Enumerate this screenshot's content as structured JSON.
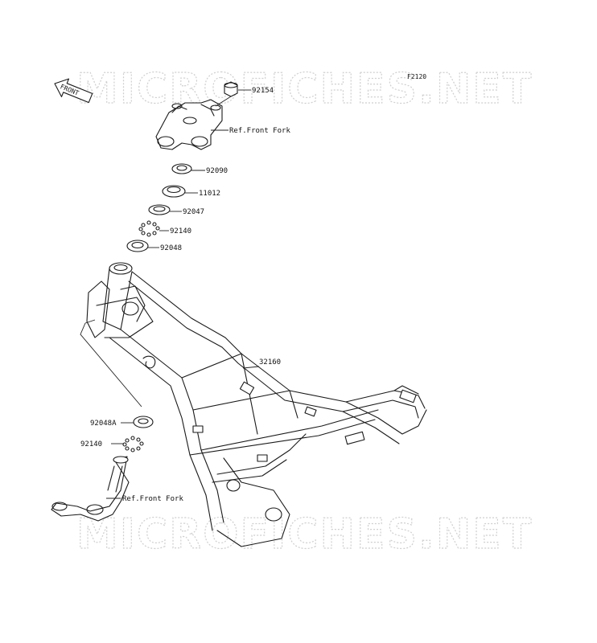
{
  "diagram": {
    "code": "F2120",
    "watermark": "MICROFICHES.NET",
    "front_label": "FRONT",
    "callouts": {
      "p92154": "92154",
      "ref_upper": "Ref.Front Fork",
      "p92090": "92090",
      "p11012": "11012",
      "p92047": "92047",
      "p92140_upper": "92140",
      "p92048": "92048",
      "p32160": "32160",
      "p92048A": "92048A",
      "p92140_lower": "92140",
      "ref_lower": "Ref.Front Fork"
    }
  }
}
